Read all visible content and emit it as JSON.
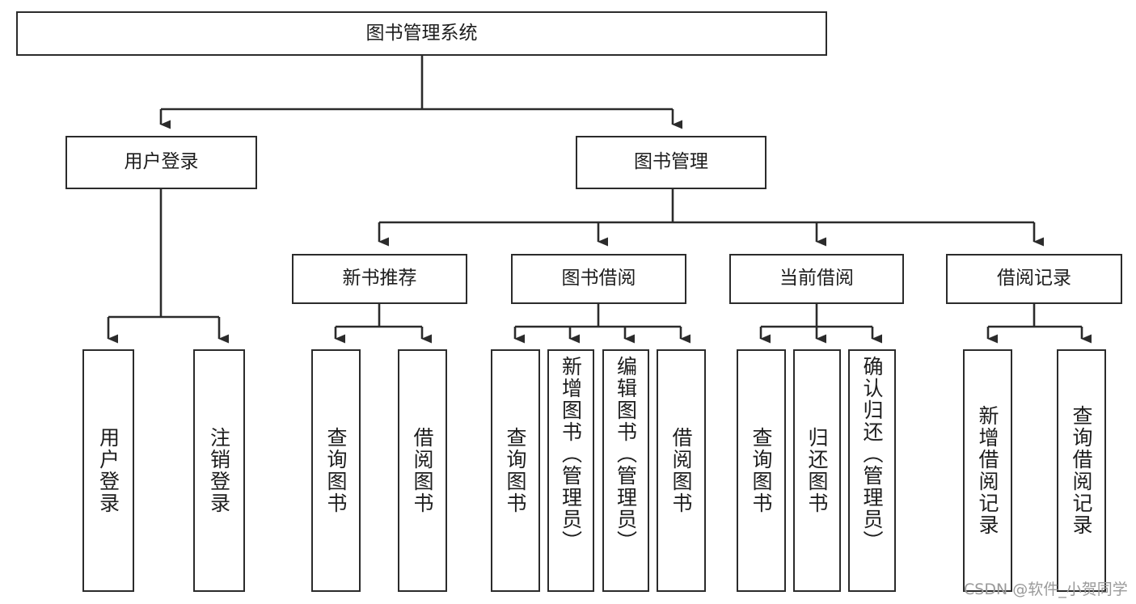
{
  "diagram": {
    "title": "图书管理系统",
    "type": "tree",
    "watermark": "CSDN @软件_小贺同学",
    "colors": {
      "box_border": "#2b2b2b",
      "box_fill": "#ffffff",
      "edge": "#2b2b2b",
      "text": "#1d1d1d",
      "watermark": "#9a9a9a",
      "background": "#ffffff"
    },
    "nodes": {
      "root": {
        "label": "图书管理系统",
        "orientation": "horizontal"
      },
      "level2": [
        {
          "id": "user-login",
          "label": "用户登录",
          "orientation": "horizontal"
        },
        {
          "id": "book-management",
          "label": "图书管理",
          "orientation": "horizontal"
        }
      ],
      "level3": [
        {
          "id": "new-book-recommend",
          "label": "新书推荐",
          "orientation": "horizontal"
        },
        {
          "id": "book-borrow",
          "label": "图书借阅",
          "orientation": "horizontal"
        },
        {
          "id": "current-borrow",
          "label": "当前借阅",
          "orientation": "horizontal"
        },
        {
          "id": "borrow-record",
          "label": "借阅记录",
          "orientation": "horizontal"
        }
      ],
      "leaves": [
        {
          "id": "leaf-user-login",
          "label": "用户登录",
          "parent": "user-login",
          "orientation": "vertical"
        },
        {
          "id": "leaf-user-logout",
          "label": "注销登录",
          "parent": "user-login",
          "orientation": "vertical"
        },
        {
          "id": "leaf-query-book-1",
          "label": "查询图书",
          "parent": "new-book-recommend",
          "orientation": "vertical"
        },
        {
          "id": "leaf-borrow-book-1",
          "label": "借阅图书",
          "parent": "new-book-recommend",
          "orientation": "vertical"
        },
        {
          "id": "leaf-query-book-2",
          "label": "查询图书",
          "parent": "book-borrow",
          "orientation": "vertical"
        },
        {
          "id": "leaf-add-book",
          "label": "新增图书（管理员）",
          "parent": "book-borrow",
          "orientation": "vertical"
        },
        {
          "id": "leaf-edit-book",
          "label": "编辑图书（管理员）",
          "parent": "book-borrow",
          "orientation": "vertical"
        },
        {
          "id": "leaf-borrow-book-2",
          "label": "借阅图书",
          "parent": "book-borrow",
          "orientation": "vertical"
        },
        {
          "id": "leaf-query-book-3",
          "label": "查询图书",
          "parent": "current-borrow",
          "orientation": "vertical"
        },
        {
          "id": "leaf-return-book",
          "label": "归还图书",
          "parent": "current-borrow",
          "orientation": "vertical"
        },
        {
          "id": "leaf-confirm-return",
          "label": "确认归还（管理员）",
          "parent": "current-borrow",
          "orientation": "vertical"
        },
        {
          "id": "leaf-add-record",
          "label": "新增借阅记录",
          "parent": "borrow-record",
          "orientation": "vertical"
        },
        {
          "id": "leaf-query-record",
          "label": "查询借阅记录",
          "parent": "borrow-record",
          "orientation": "vertical"
        }
      ]
    }
  }
}
